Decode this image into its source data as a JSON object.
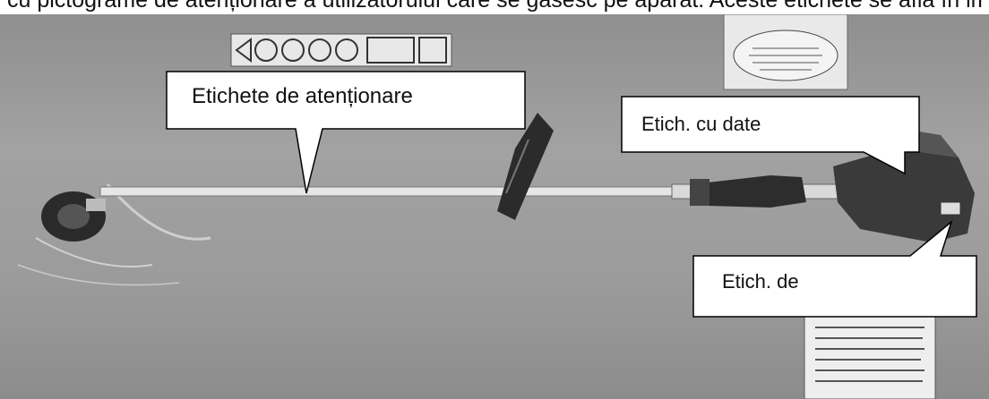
{
  "caption": {
    "top_text": "cu pictograme de atenționare a utilizatorului care se găsesc pe aparat. Aceste etichete se afla în imaginea de mai jos, în special"
  },
  "callouts": [
    {
      "id": "warning-labels",
      "text": "Etichete de atenționare"
    },
    {
      "id": "data-label",
      "text": "Etich. cu date"
    },
    {
      "id": "other-label",
      "text": "Etich. de"
    }
  ],
  "colors": {
    "background": "#9a9a9a",
    "callout_fill": "#ffffff",
    "callout_stroke": "#000000"
  },
  "icons": [
    "trimmer-head-icon",
    "shaft-icon",
    "handle-icon",
    "engine-icon",
    "warning-pictograms-icon"
  ]
}
